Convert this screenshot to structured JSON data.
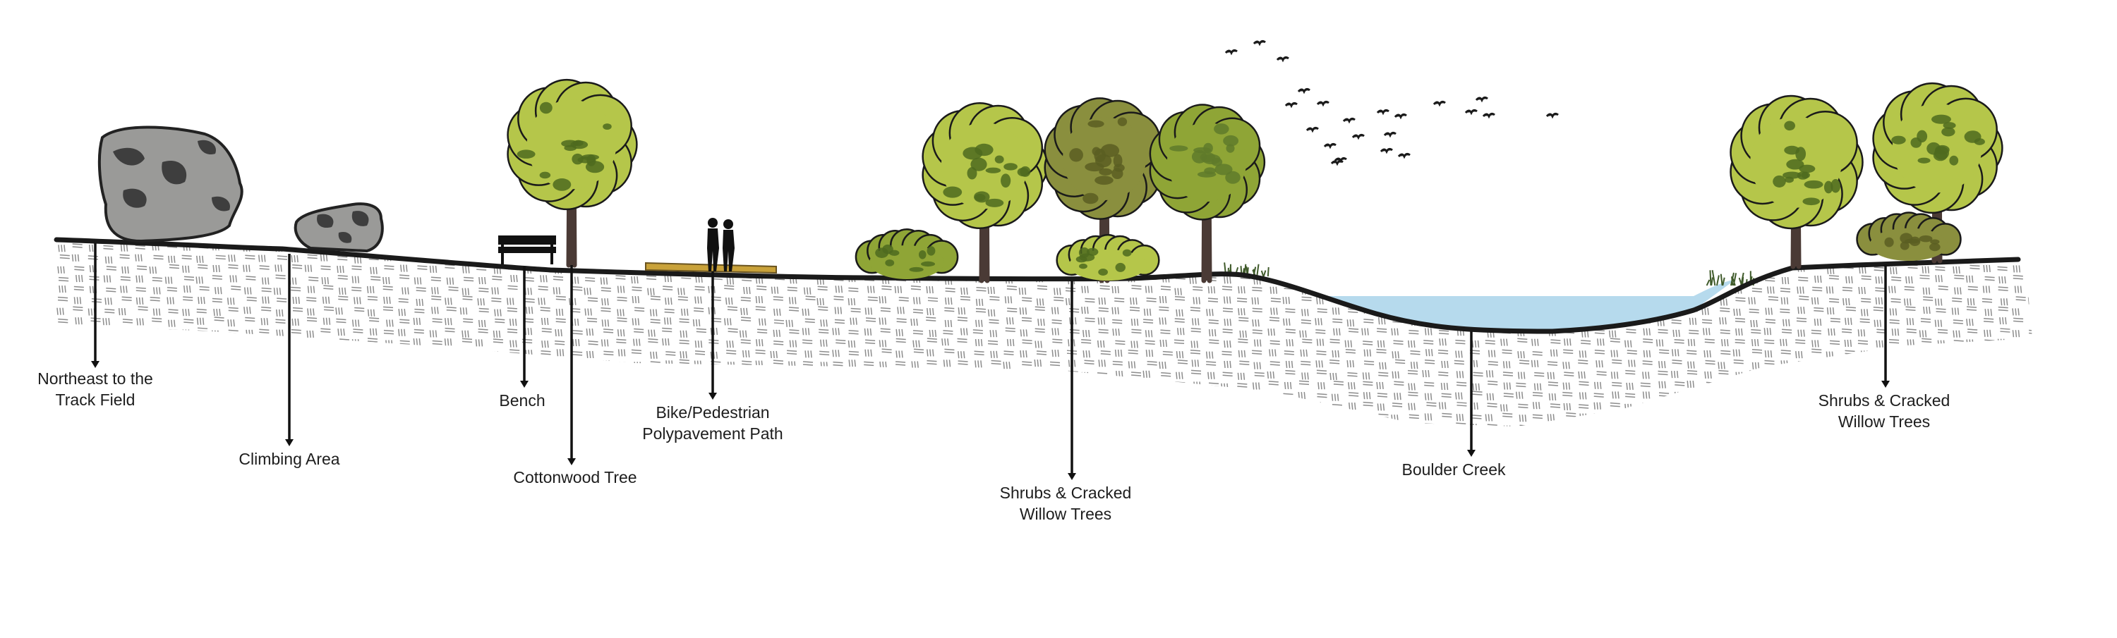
{
  "labels": {
    "northeast_line1": "Northeast to the",
    "northeast_line2": "Track Field",
    "climbing_area": "Climbing Area",
    "bench": "Bench",
    "cottonwood_tree": "Cottonwood Tree",
    "path_line1": "Bike/Pedestrian",
    "path_line2": "Polypavement Path",
    "shrubs_center_line1": "Shrubs & Cracked",
    "shrubs_center_line2": "Willow Trees",
    "boulder_creek": "Boulder Creek",
    "shrubs_right_line1": "Shrubs & Cracked",
    "shrubs_right_line2": "Willow Trees"
  },
  "colors": {
    "ground_line": "#1a1a1a",
    "soil_hatch": "#8c8c8c",
    "water": "#a9d3ea",
    "boulder": "#9a9a98",
    "boulder_spot": "#3e3e3e",
    "foliage_light": "#b5c64a",
    "foliage_mid": "#8fa536",
    "foliage_dark": "#4e6a1e",
    "foliage_olive": "#8a8f3e",
    "trunk": "#4a3a35",
    "path": "#c9a23a",
    "grass": "#3f5a2a"
  },
  "icons": [
    "boulder",
    "bench",
    "tree",
    "shrub",
    "people-silhouette",
    "bird",
    "grass-tuft",
    "pointer-arrow"
  ]
}
